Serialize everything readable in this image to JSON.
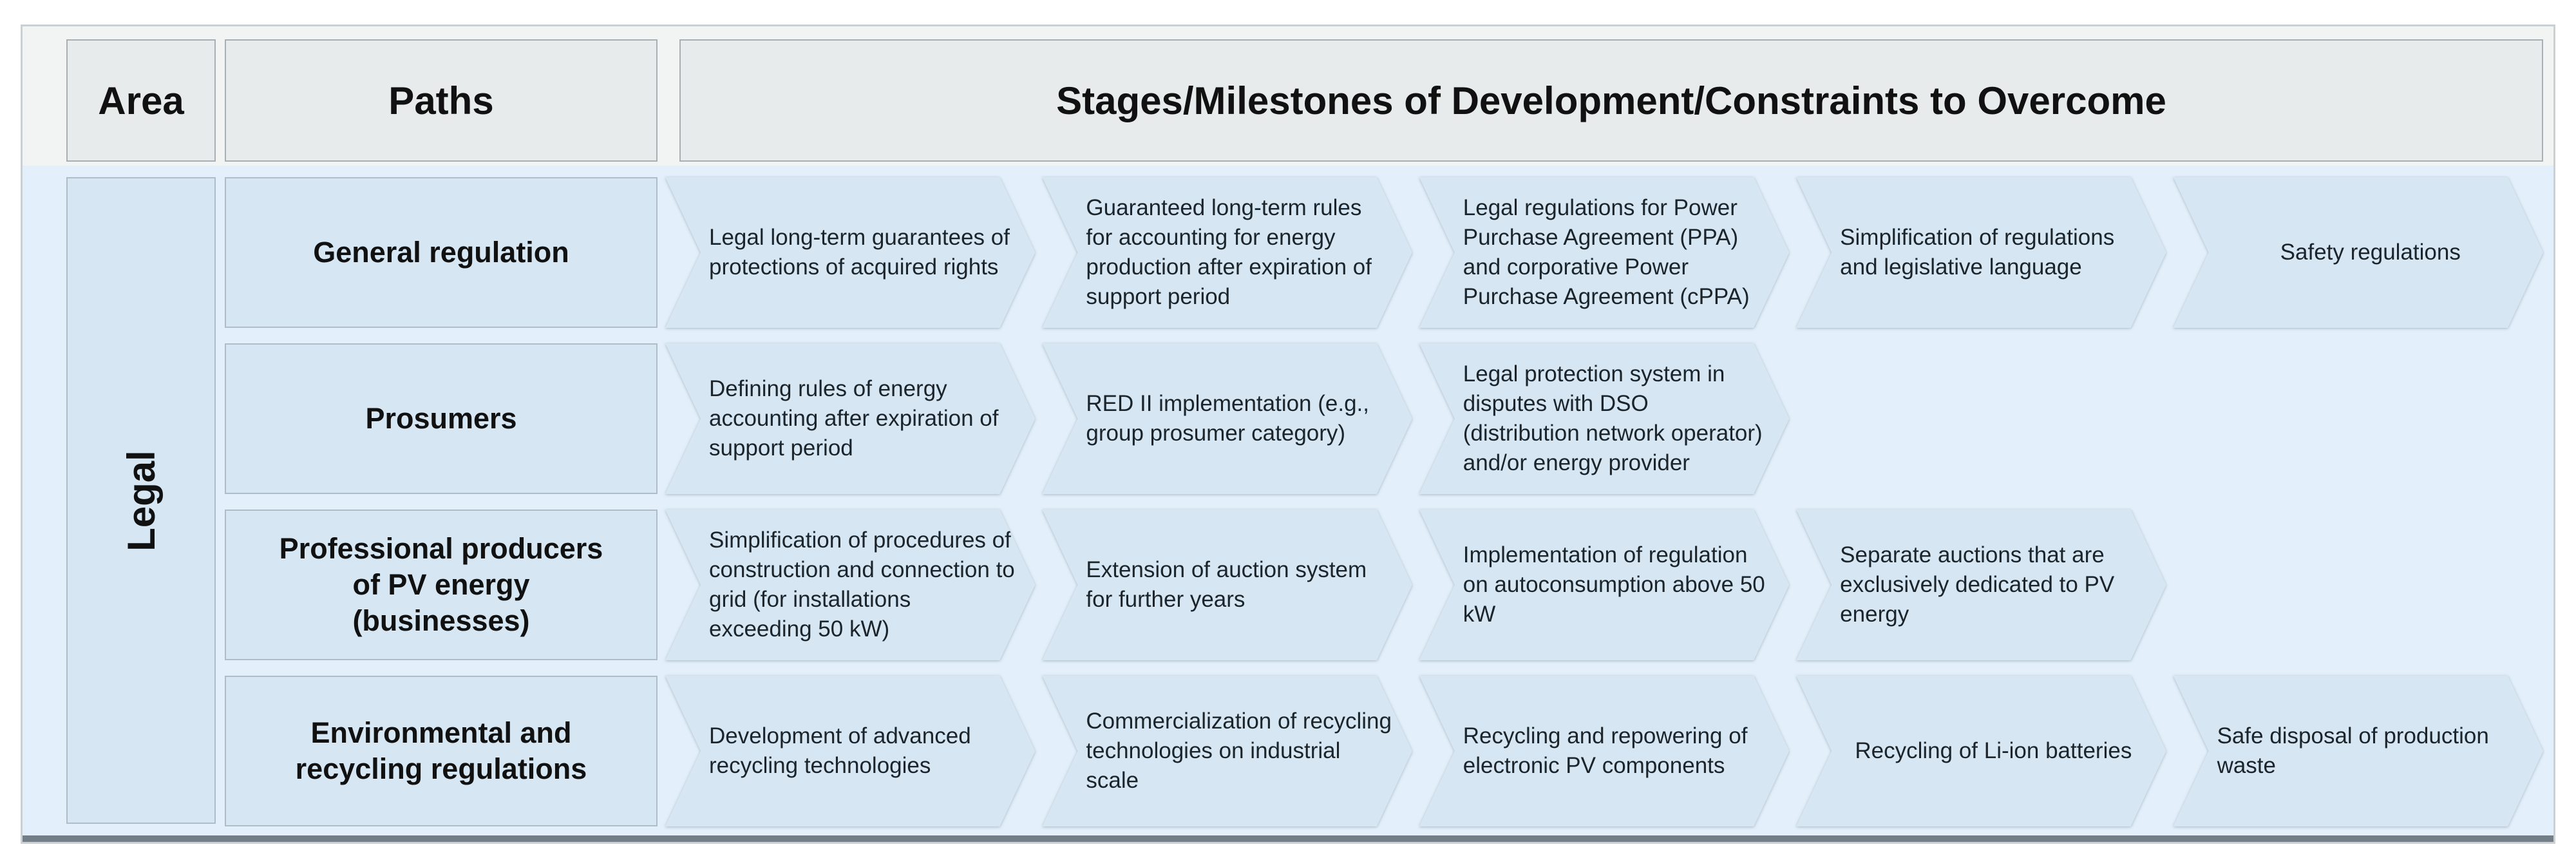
{
  "header": {
    "area": "Area",
    "paths": "Paths",
    "stages": "Stages/Milestones of Development/Constraints to Overcome"
  },
  "area_label": "Legal",
  "rows": [
    {
      "path": "General regulation",
      "stages": [
        "Legal long-term guarantees of protections of acquired rights",
        "Guaranteed long-term rules for accounting for energy production after expiration of support period",
        "Legal regulations for Power Purchase Agreement (PPA) and corporative Power Purchase Agreement (cPPA)",
        "Simplification of regulations and legislative language",
        "Safety regulations"
      ]
    },
    {
      "path": "Prosumers",
      "stages": [
        "Defining rules of energy accounting after expiration of support period",
        "RED II implementation (e.g., group prosumer category)",
        "Legal protection system in disputes with DSO (distribution network operator) and/or energy provider"
      ]
    },
    {
      "path": "Professional producers of PV energy (businesses)",
      "stages": [
        "Simplification of procedures of construction and connection to grid (for installations exceeding 50 kW)",
        "Extension of auction system for further years",
        "Implementation of regulation on autoconsumption above 50 kW",
        "Separate auctions that are exclusively dedicated to PV energy"
      ]
    },
    {
      "path": "Environmental and recycling regulations",
      "stages": [
        "Development of advanced recycling technologies",
        "Commercialization of recycling technologies on industrial scale",
        "Recycling and repowering of electronic PV components",
        "Recycling of Li-ion batteries",
        "Safe disposal of production waste"
      ]
    }
  ],
  "colors": {
    "frame-border": "#cbd0d3",
    "header-band": "#f2f4f4",
    "header-cell": "#e7ebeb",
    "header-cell-border": "#a8b0b4",
    "body-band": "#e3effa",
    "cell-fill": "#d6e7f3",
    "cell-border": "#aebdc9",
    "bottom-bar": "#747e86"
  }
}
